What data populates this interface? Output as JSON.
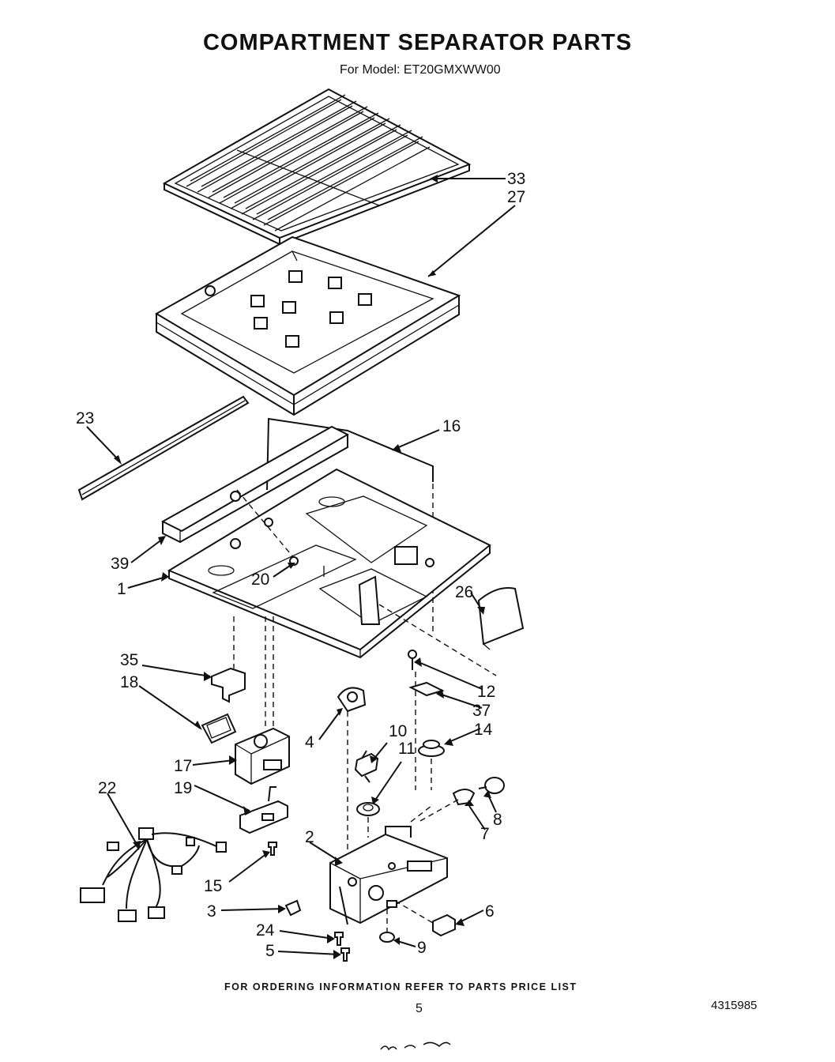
{
  "header": {
    "title": "COMPARTMENT SEPARATOR PARTS",
    "model_label": "For Model:",
    "model_number": "ET20GMXWW00"
  },
  "footer": {
    "ordering_note": "FOR ORDERING INFORMATION REFER TO PARTS PRICE LIST",
    "page_number": "5",
    "document_number": "4315985"
  },
  "callouts": {
    "c33": "33",
    "c27": "27",
    "c23": "23",
    "c16": "16",
    "c39": "39",
    "c20": "20",
    "c1": "1",
    "c26": "26",
    "c35": "35",
    "c18": "18",
    "c12": "12",
    "c37": "37",
    "c4": "4",
    "c10": "10",
    "c11": "11",
    "c14": "14",
    "c17": "17",
    "c22": "22",
    "c19": "19",
    "c8": "8",
    "c7": "7",
    "c2": "2",
    "c15": "15",
    "c3": "3",
    "c6": "6",
    "c24": "24",
    "c5": "5",
    "c9": "9"
  }
}
